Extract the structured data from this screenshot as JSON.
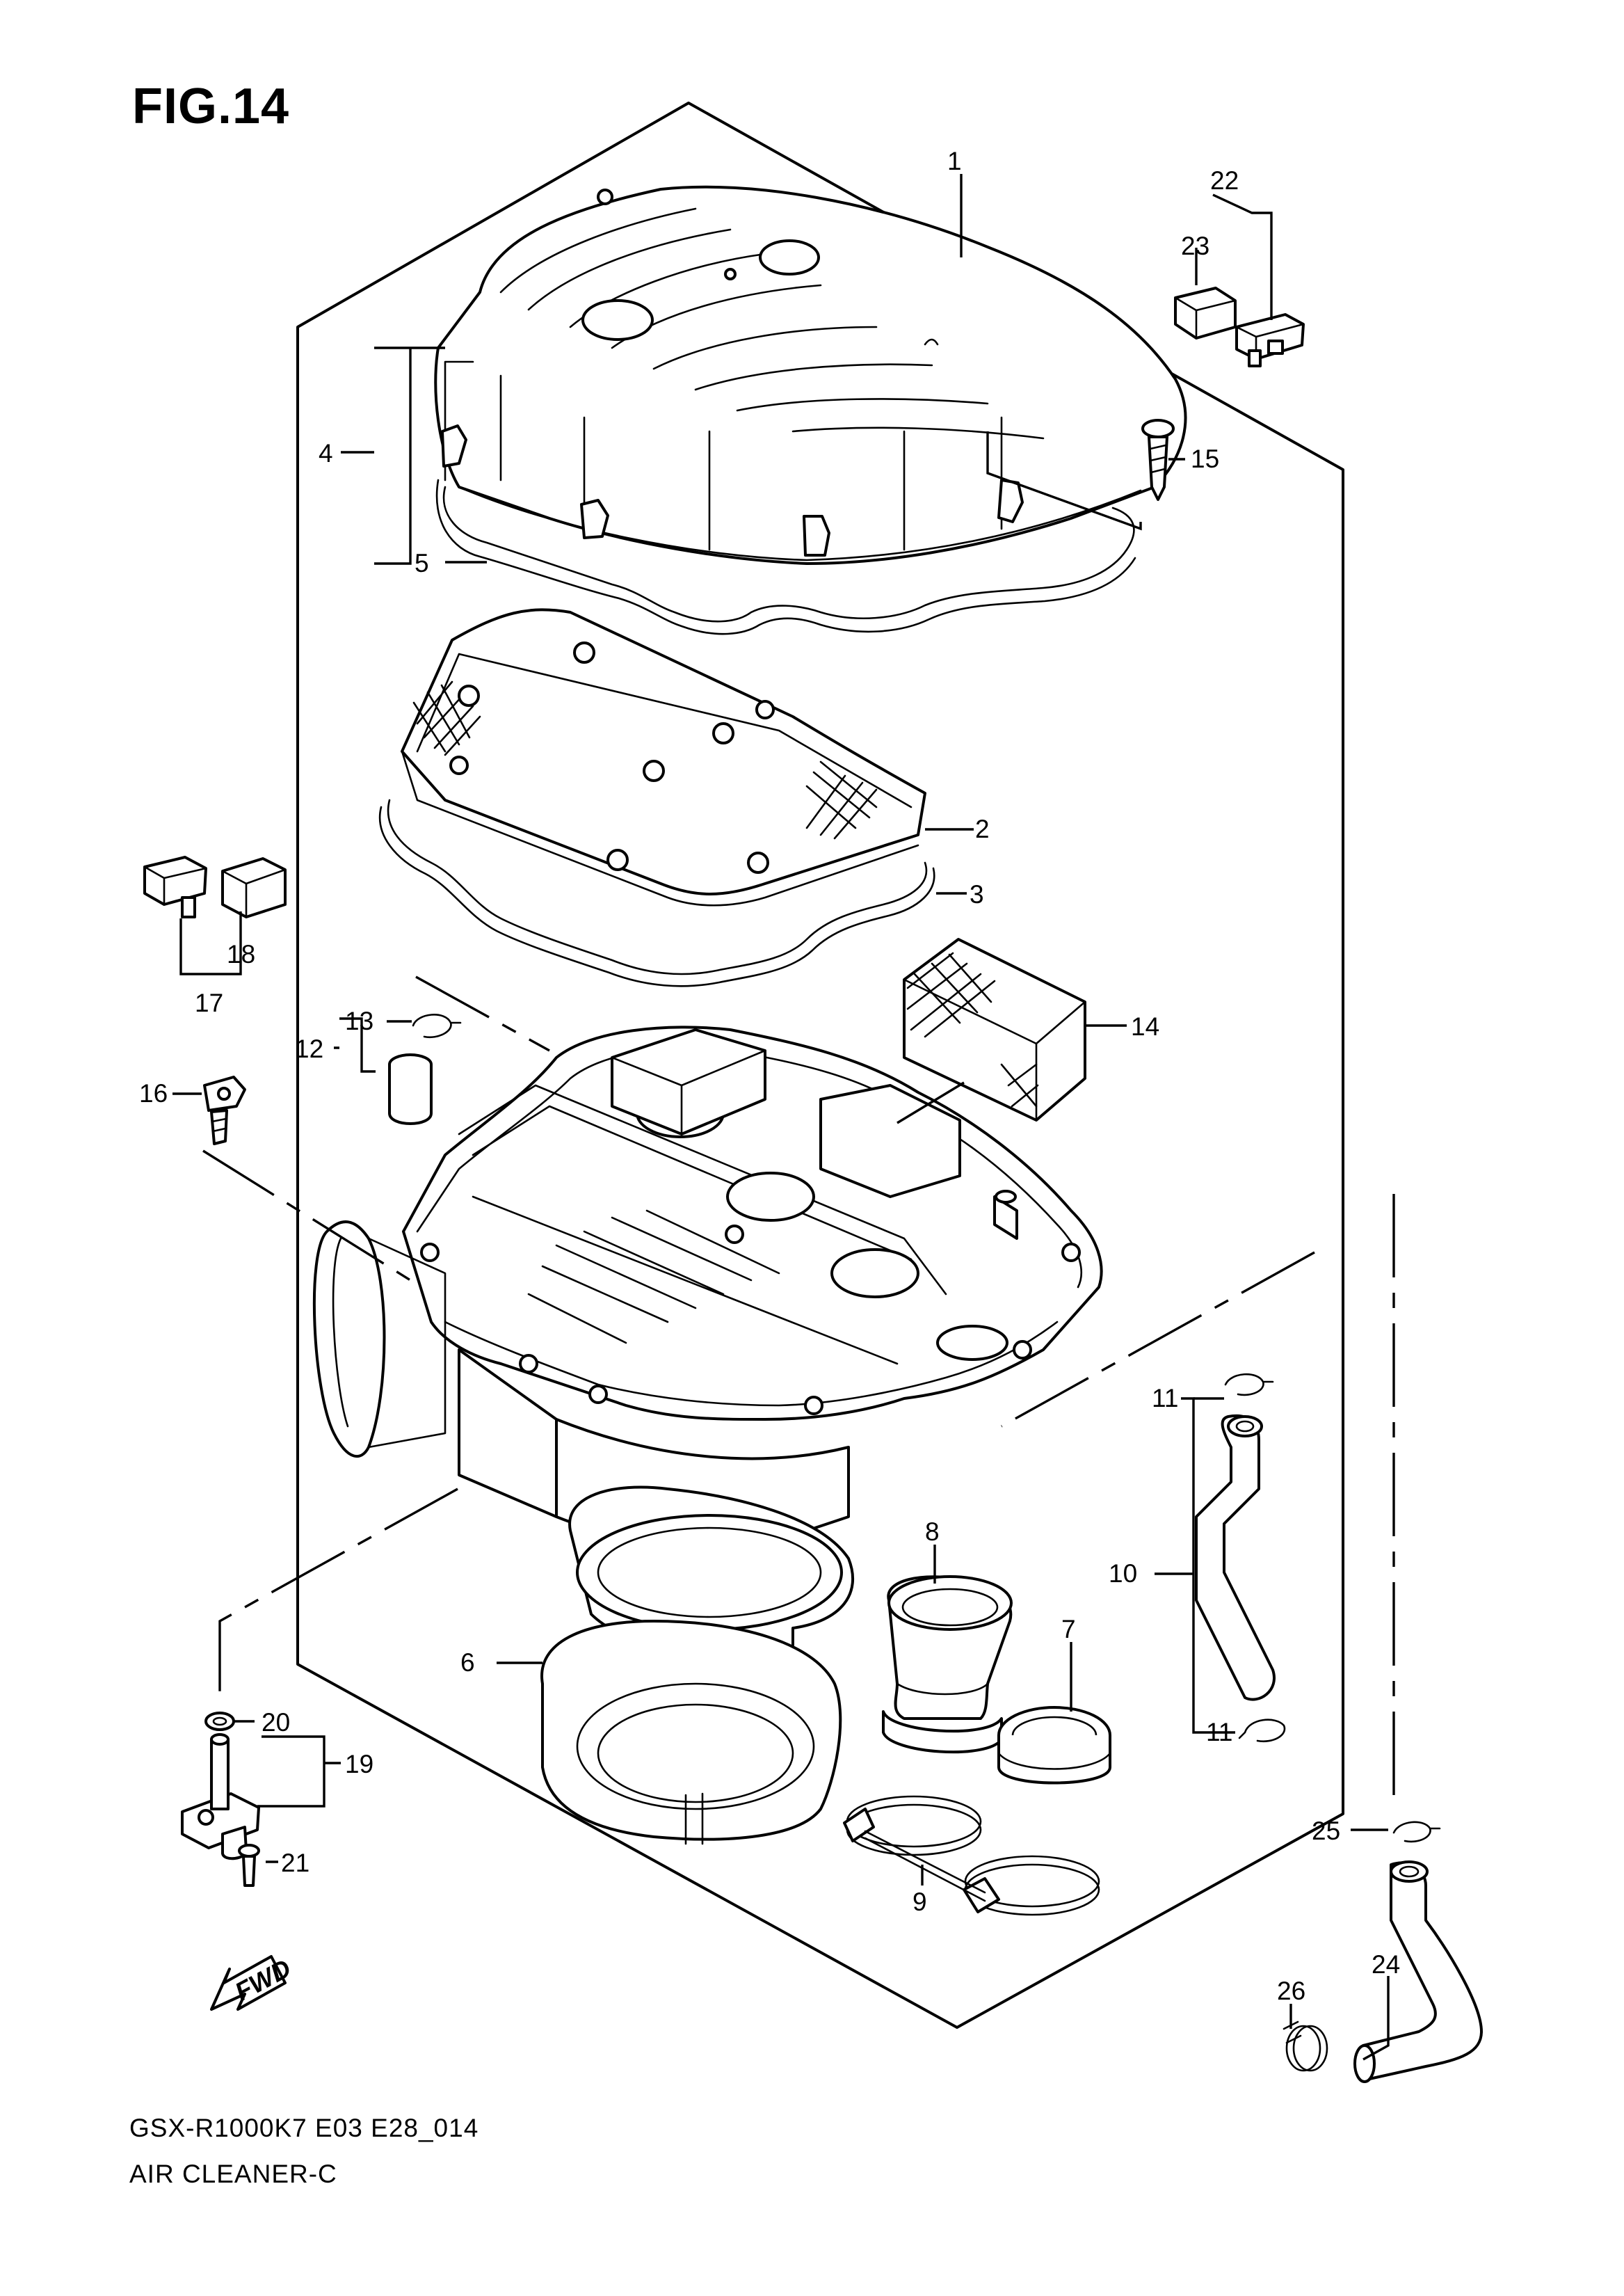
{
  "figure": {
    "title": "FIG.14",
    "model_code": "GSX-R1000K7 E03 E28_014",
    "name": "AIR CLEANER-C",
    "fwd_label": "FWD"
  },
  "callouts": [
    "1",
    "2",
    "3",
    "4",
    "5",
    "6",
    "7",
    "8",
    "9",
    "10",
    "11",
    "11",
    "12",
    "13",
    "14",
    "15",
    "16",
    "17",
    "18",
    "19",
    "20",
    "21",
    "22",
    "23",
    "24",
    "25",
    "26"
  ]
}
